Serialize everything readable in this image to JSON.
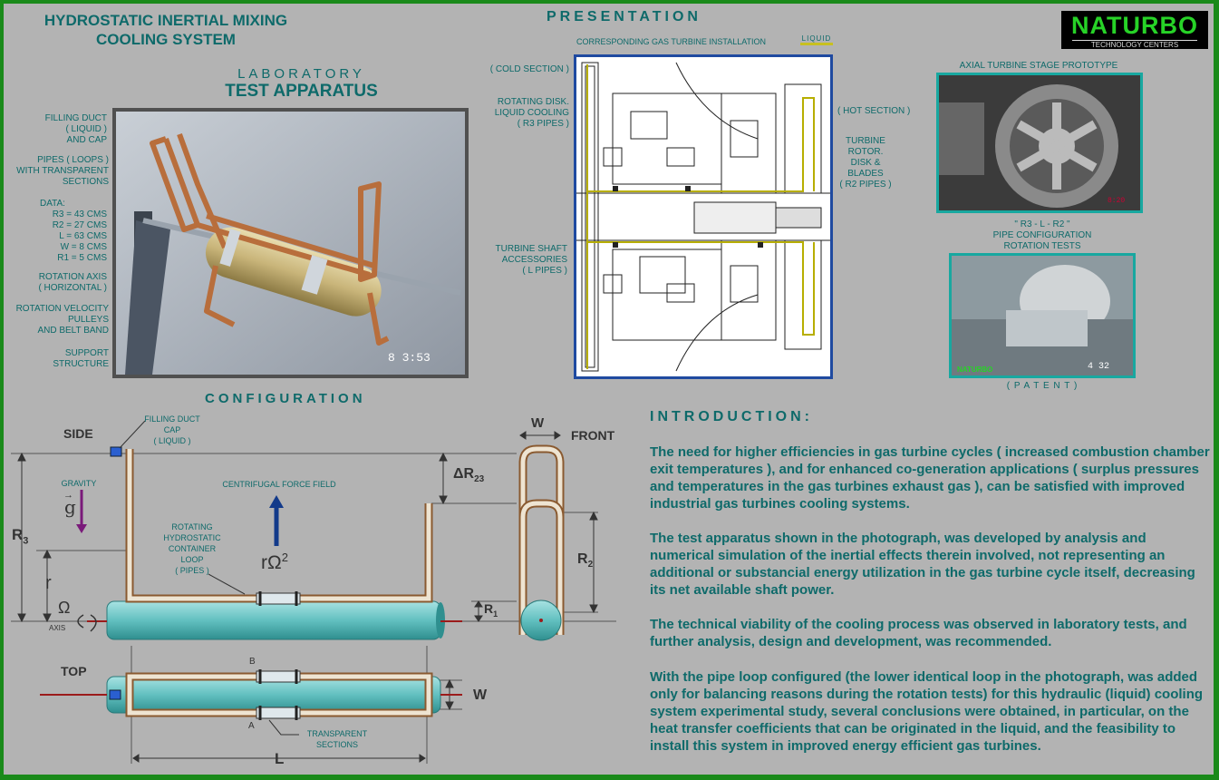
{
  "title": {
    "line1": "HYDROSTATIC INERTIAL MIXING",
    "line2": "COOLING SYSTEM"
  },
  "presentation": "PRESENTATION",
  "lab": {
    "line1": "LABORATORY",
    "line2": "TEST APPARATUS"
  },
  "logo": {
    "name": "NATURBO",
    "sub": "TECHNOLOGY CENTERS"
  },
  "photo_labels": {
    "filling": [
      "FILLING DUCT",
      "( LIQUID )",
      "AND CAP"
    ],
    "pipes": [
      "PIPES  ( LOOPS )",
      "WITH TRANSPARENT",
      "SECTIONS"
    ],
    "data": [
      "DATA:",
      "R3 = 43 CMS",
      "R2 = 27 CMS",
      "L = 63 CMS",
      "W = 8  CMS",
      "R1 = 5  CMS"
    ],
    "axis": [
      "ROTATION AXIS",
      "( HORIZONTAL )"
    ],
    "velocity": [
      "ROTATION VELOCITY",
      "PULLEYS",
      "AND BELT BAND"
    ],
    "support": [
      "SUPPORT",
      "STRUCTURE"
    ],
    "timestamp": "8  3:53"
  },
  "gas": {
    "title": "CORRESPONDING GAS TURBINE INSTALLATION",
    "liquid": "LIQUID",
    "cold": "( COLD SECTION )",
    "disk": [
      "ROTATING DISK.",
      "LIQUID COOLING",
      "( R3 PIPES )"
    ],
    "shaft": [
      "TURBINE SHAFT",
      "ACCESSORIES",
      "( L PIPES )"
    ],
    "hot": "( HOT SECTION )",
    "rotor": [
      "TURBINE ROTOR.",
      "DISK  &",
      "BLADES",
      "( R2 PIPES )"
    ]
  },
  "axial": {
    "title": "AXIAL TURBINE STAGE PROTOTYPE",
    "caption": [
      "\" R3 - L - R2 \"",
      "PIPE CONFIGURATION",
      "ROTATION TESTS"
    ],
    "patent": "( P A T E N T )",
    "photo_tag": "NATURBO",
    "photo_time": "4  32",
    "photo_time2": "8:20"
  },
  "config": {
    "title": "CONFIGURATION",
    "side": "SIDE",
    "front": "FRONT",
    "top": "TOP",
    "filling": [
      "FILLING DUCT",
      "CAP",
      "( LIQUID )"
    ],
    "gravity": "GRAVITY",
    "g": "g",
    "centrifugal": "CENTRIFUGAL FORCE FIELD",
    "r_omega": "rΩ",
    "rotating": [
      "ROTATING",
      "HYDROSTATIC",
      "CONTAINER",
      "LOOP",
      "( PIPES )"
    ],
    "R3": "R",
    "R3s": "3",
    "r": "r",
    "omega": "Ω",
    "axis": "AXIS",
    "W": "W",
    "dR23": "ΔR",
    "dR23s": "23",
    "R2": "R",
    "R2s": "2",
    "R1": "R",
    "R1s": "1",
    "B": "B",
    "A": "A",
    "transparent": [
      "TRANSPARENT",
      "SECTIONS"
    ],
    "L": "L"
  },
  "intro": {
    "title": "INTRODUCTION:",
    "p1": "The need for higher efficiencies in gas turbine cycles ( increased combustion chamber exit temperatures ), and for enhanced co-generation applications ( surplus pressures and temperatures in the gas turbines exhaust gas ), can be satisfied with improved industrial gas turbines cooling systems.",
    "p2": "The test apparatus shown in the photograph, was developed by analysis and numerical simulation of the inertial effects therein involved, not representing an additional or substancial energy utilization in the gas turbine cycle itself, decreasing its net available shaft power.",
    "p3": "The technical viability of the cooling process was observed in laboratory tests, and further analysis, design and development, was recommended.",
    "p4": "With the pipe loop configured (the lower identical loop in the photograph, was added only for balancing reasons during the rotation tests) for this hydraulic (liquid) cooling system experimental study, several conclusions were obtained, in particular, on the heat transfer coefficients that can be originated in the liquid, and the feasibility to install this system in improved energy efficient gas turbines."
  }
}
